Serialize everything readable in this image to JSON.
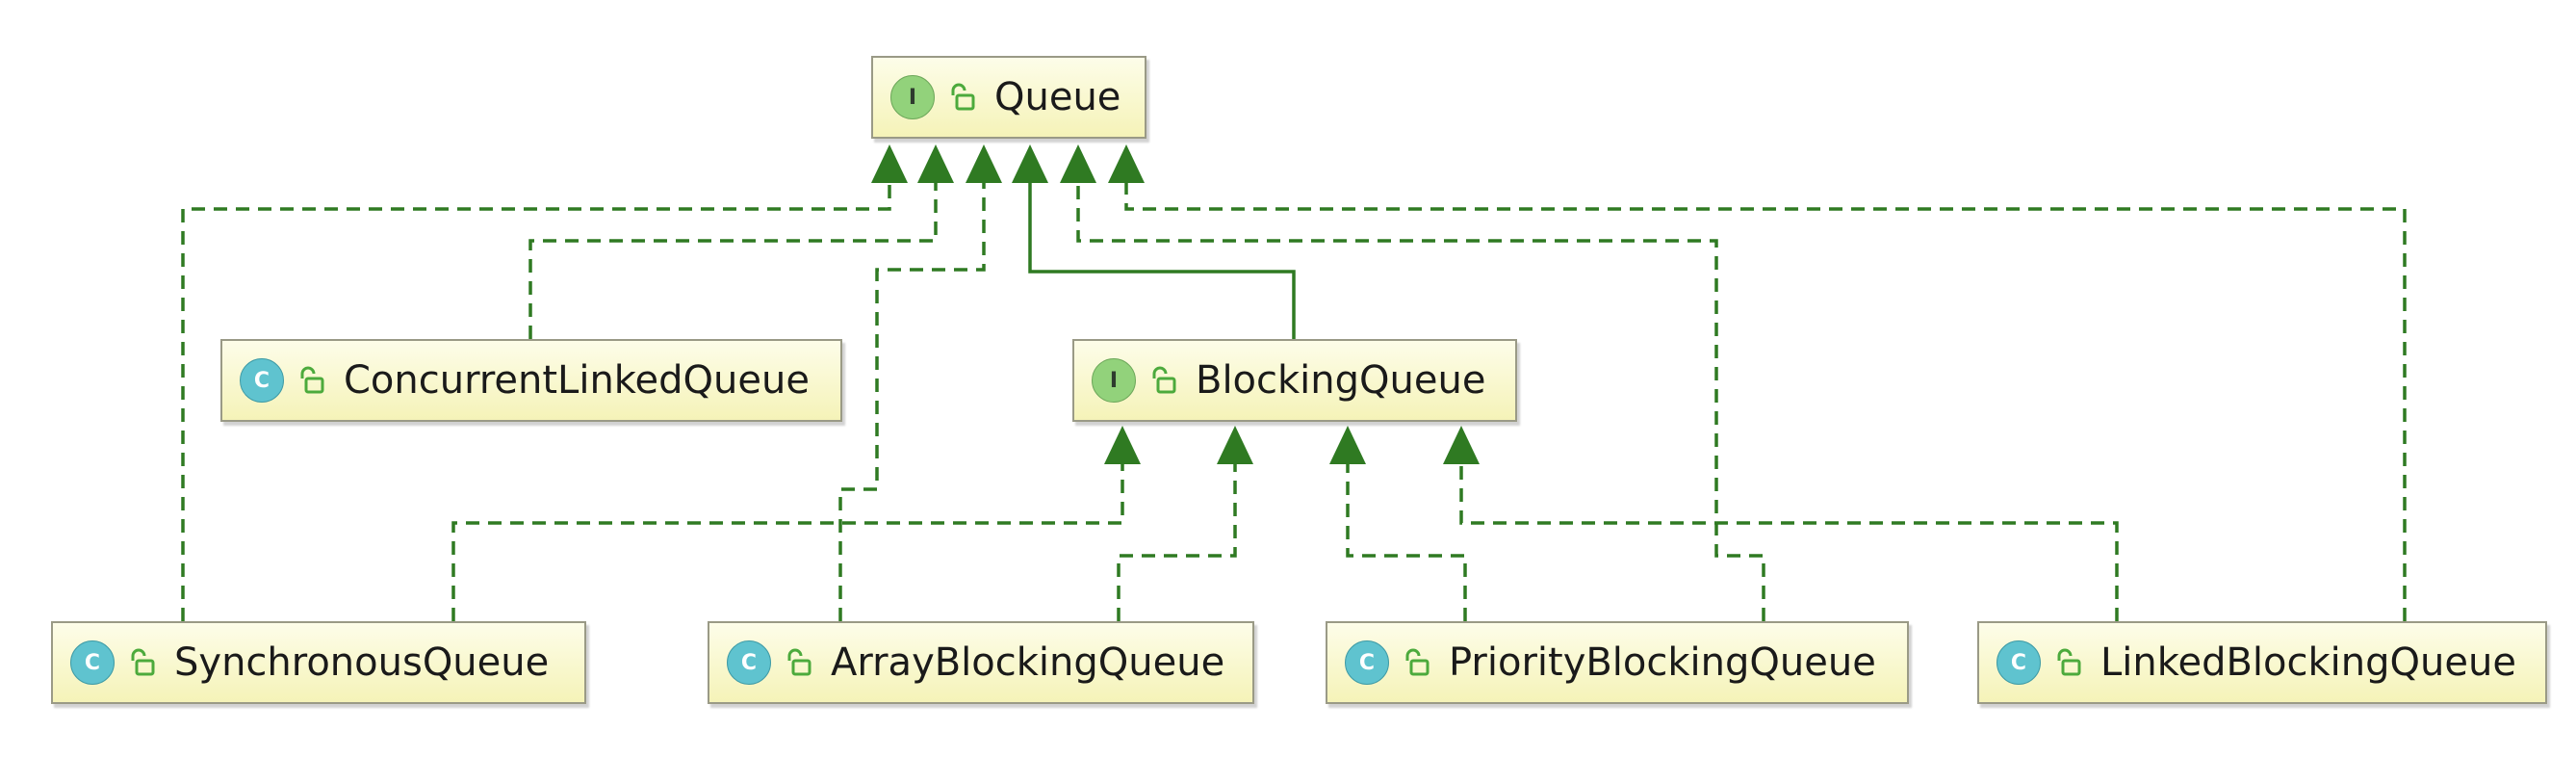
{
  "diagram": {
    "nodes": [
      {
        "id": "queue",
        "label": "Queue",
        "kind_letter": "I",
        "kind_icon": "interface-icon"
      },
      {
        "id": "concurrent-linked-queue",
        "label": "ConcurrentLinkedQueue",
        "kind_letter": "C",
        "kind_icon": "class-icon"
      },
      {
        "id": "blocking-queue",
        "label": "BlockingQueue",
        "kind_letter": "I",
        "kind_icon": "interface-icon"
      },
      {
        "id": "synchronous-queue",
        "label": "SynchronousQueue",
        "kind_letter": "C",
        "kind_icon": "class-icon"
      },
      {
        "id": "array-blocking-queue",
        "label": "ArrayBlockingQueue",
        "kind_letter": "C",
        "kind_icon": "class-icon"
      },
      {
        "id": "priority-blocking-queue",
        "label": "PriorityBlockingQueue",
        "kind_letter": "C",
        "kind_icon": "class-icon"
      },
      {
        "id": "linked-blocking-queue",
        "label": "LinkedBlockingQueue",
        "kind_letter": "C",
        "kind_icon": "class-icon"
      }
    ],
    "edges": [
      {
        "from": "synchronous-queue",
        "to": "queue",
        "type": "implements"
      },
      {
        "from": "concurrent-linked-queue",
        "to": "queue",
        "type": "implements"
      },
      {
        "from": "array-blocking-queue",
        "to": "queue",
        "type": "implements"
      },
      {
        "from": "blocking-queue",
        "to": "queue",
        "type": "extends"
      },
      {
        "from": "priority-blocking-queue",
        "to": "queue",
        "type": "implements"
      },
      {
        "from": "linked-blocking-queue",
        "to": "queue",
        "type": "implements"
      },
      {
        "from": "synchronous-queue",
        "to": "blocking-queue",
        "type": "implements"
      },
      {
        "from": "array-blocking-queue",
        "to": "blocking-queue",
        "type": "implements"
      },
      {
        "from": "priority-blocking-queue",
        "to": "blocking-queue",
        "type": "implements"
      },
      {
        "from": "linked-blocking-queue",
        "to": "blocking-queue",
        "type": "implements"
      }
    ],
    "colors": {
      "edge": "#2f7a22",
      "node_fill_top": "#fdfde9",
      "node_fill_bottom": "#f5f3b8",
      "node_border": "#9a9a86",
      "interface_badge": "#92d27b",
      "class_badge": "#5fc3cf",
      "lock": "#4caa3c"
    }
  }
}
